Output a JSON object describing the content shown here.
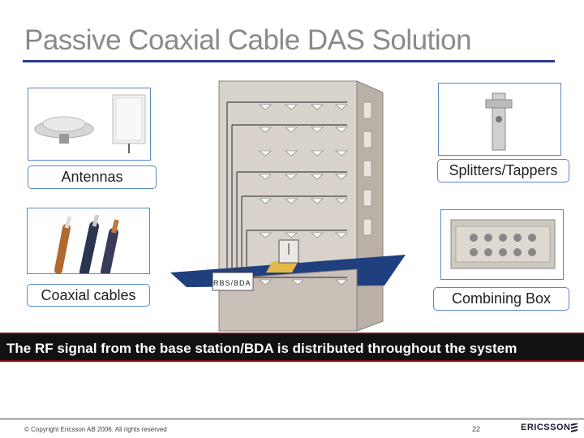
{
  "slide": {
    "title": "Passive Coaxial Cable DAS Solution",
    "labels": {
      "antennas": "Antennas",
      "coax": "Coaxial cables",
      "splitters": "Splitters/Tappers",
      "combining": "Combining Box",
      "rbs": "RBS/BDA"
    },
    "banner": "The RF signal from the base station/BDA is distributed throughout the system",
    "footer": {
      "copyright": "© Copyright Ericsson AB 2006. All rights reserved",
      "page": "22",
      "logo": "ERICSSON"
    }
  },
  "icons": [
    "antenna-icon",
    "coaxial-cable-icon",
    "splitter-icon",
    "combining-box-icon",
    "building-icon",
    "ericsson-logo-icon"
  ],
  "colors": {
    "title": "#8a8a8a",
    "title_rule": "#2a3a8c",
    "frame": "#5a86c8",
    "banner_bg": "#111111",
    "floor_blue": "#1f3f7f"
  }
}
